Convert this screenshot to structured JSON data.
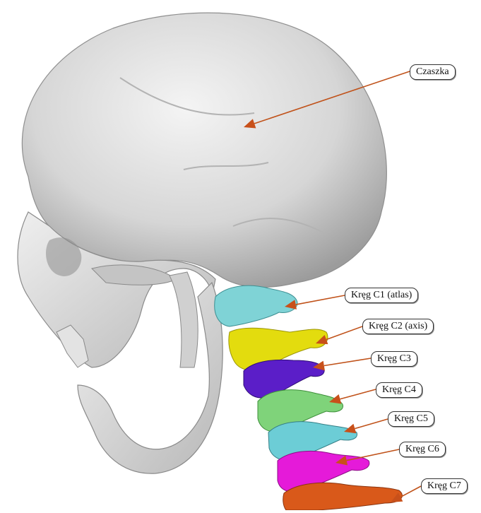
{
  "colors": {
    "skull": "#d9d9d9",
    "skull_shade": "#a8a8a8",
    "leader": "#c0521a",
    "arrow": "#c8501a",
    "C1": "#7fd3d6",
    "C2": "#e3dc0e",
    "C3": "#5b1ec8",
    "C4": "#7fd37a",
    "C5": "#6ccdd6",
    "C6": "#e51ad9",
    "C7": "#d9591a"
  },
  "labels": {
    "skull": "Czaszka",
    "c1": "Kręg C1 (atlas)",
    "c2": "Kręg C2 (axis)",
    "c3": "Kręg C3",
    "c4": "Kręg C4",
    "c5": "Kręg C5",
    "c6": "Kręg C6",
    "c7": "Kręg C7"
  }
}
